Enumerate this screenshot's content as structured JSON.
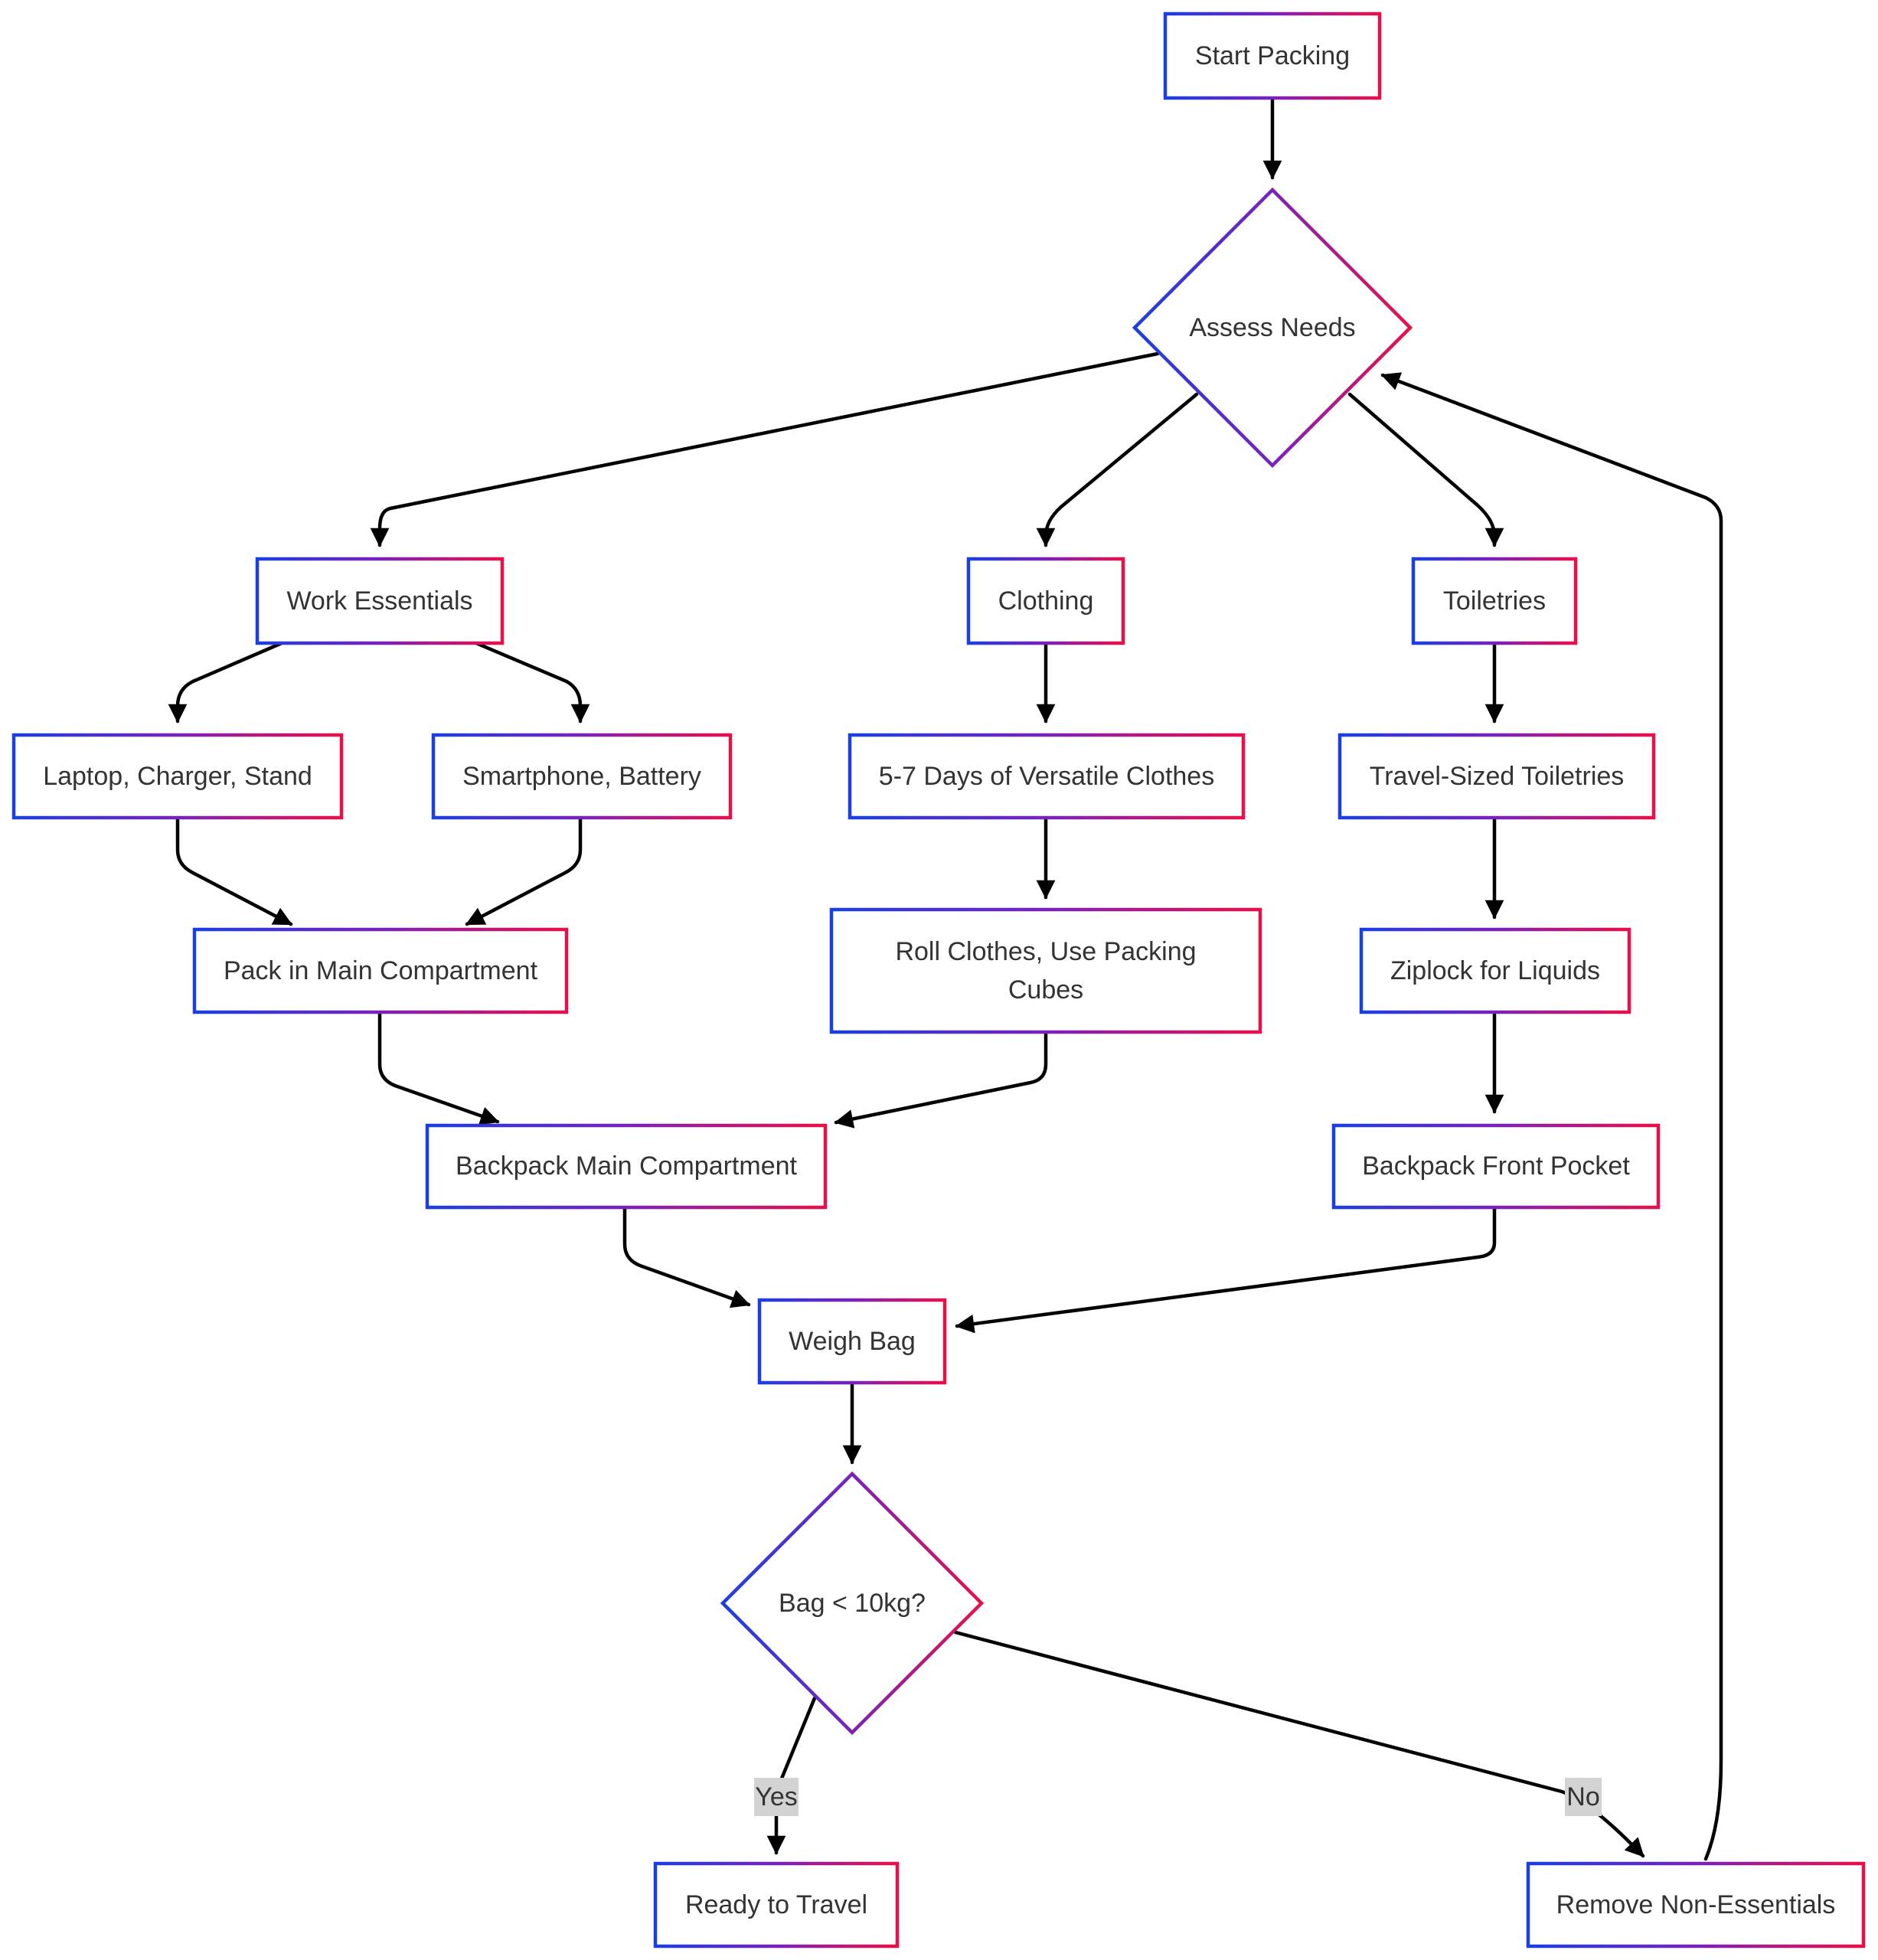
{
  "diagram": {
    "colors": {
      "border_start": "#1b3fe0",
      "border_mid": "#7a22b8",
      "border_end": "#e8104a",
      "edge": "#000000",
      "edge_label_bg": "#d3d3d3",
      "text": "#333333"
    },
    "nodes": {
      "start": {
        "label": "Start Packing"
      },
      "assess": {
        "label": "Assess Needs"
      },
      "work": {
        "label": "Work Essentials"
      },
      "clothing": {
        "label": "Clothing"
      },
      "toiletries": {
        "label": "Toiletries"
      },
      "laptop": {
        "label": "Laptop, Charger, Stand"
      },
      "smartphone": {
        "label": "Smartphone, Battery"
      },
      "clothes": {
        "label": "5-7 Days of Versatile Clothes"
      },
      "travel_toiletries": {
        "label": "Travel-Sized Toiletries"
      },
      "pack_main": {
        "label": "Pack in Main Compartment"
      },
      "roll": {
        "label_lines": [
          "Roll Clothes, Use Packing",
          "Cubes"
        ]
      },
      "ziplock": {
        "label": "Ziplock for Liquids"
      },
      "backpack_main": {
        "label": "Backpack Main Compartment"
      },
      "front_pocket": {
        "label": "Backpack Front Pocket"
      },
      "weigh": {
        "label": "Weigh Bag"
      },
      "check": {
        "label": "Bag < 10kg?"
      },
      "ready": {
        "label": "Ready to Travel"
      },
      "remove": {
        "label": "Remove Non-Essentials"
      }
    },
    "edges": [
      {
        "from": "start",
        "to": "assess"
      },
      {
        "from": "assess",
        "to": "work"
      },
      {
        "from": "assess",
        "to": "clothing"
      },
      {
        "from": "assess",
        "to": "toiletries"
      },
      {
        "from": "work",
        "to": "laptop"
      },
      {
        "from": "work",
        "to": "smartphone"
      },
      {
        "from": "clothing",
        "to": "clothes"
      },
      {
        "from": "toiletries",
        "to": "travel_toiletries"
      },
      {
        "from": "laptop",
        "to": "pack_main"
      },
      {
        "from": "smartphone",
        "to": "pack_main"
      },
      {
        "from": "clothes",
        "to": "roll"
      },
      {
        "from": "travel_toiletries",
        "to": "ziplock"
      },
      {
        "from": "pack_main",
        "to": "backpack_main"
      },
      {
        "from": "roll",
        "to": "backpack_main"
      },
      {
        "from": "ziplock",
        "to": "front_pocket"
      },
      {
        "from": "backpack_main",
        "to": "weigh"
      },
      {
        "from": "front_pocket",
        "to": "weigh"
      },
      {
        "from": "weigh",
        "to": "check"
      },
      {
        "from": "check",
        "to": "ready",
        "label": "Yes"
      },
      {
        "from": "check",
        "to": "remove",
        "label": "No"
      },
      {
        "from": "remove",
        "to": "assess"
      }
    ]
  }
}
